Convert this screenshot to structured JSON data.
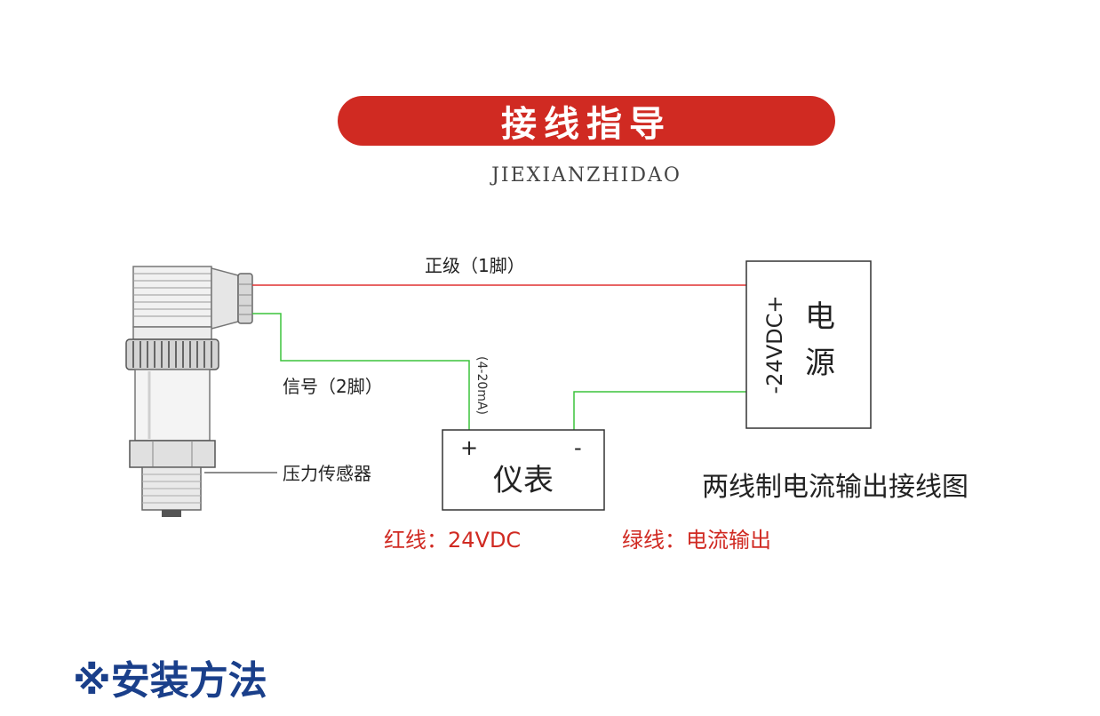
{
  "header": {
    "title": "接线指导",
    "subtitle": "JIEXIANZHIDAO"
  },
  "diagram": {
    "wire_positive_label": "正级（1脚）",
    "wire_signal_label": "信号（2脚）",
    "current_range_label": "(4-20mA)",
    "sensor_label": "压力传感器",
    "power_supply": {
      "name_line1": "电",
      "name_line2": "源",
      "voltage_label": "-24VDC+"
    },
    "meter": {
      "name": "仪表",
      "plus": "+",
      "minus": "-"
    },
    "caption": "两线制电流输出接线图",
    "legend_red": "红线：24VDC",
    "legend_green": "绿线：电流输出",
    "colors": {
      "red_wire": "#e03030",
      "green_wire": "#3cc43c",
      "banner": "#d02a22",
      "legend_text": "#d02a22"
    }
  },
  "section": {
    "title": "※安装方法"
  }
}
